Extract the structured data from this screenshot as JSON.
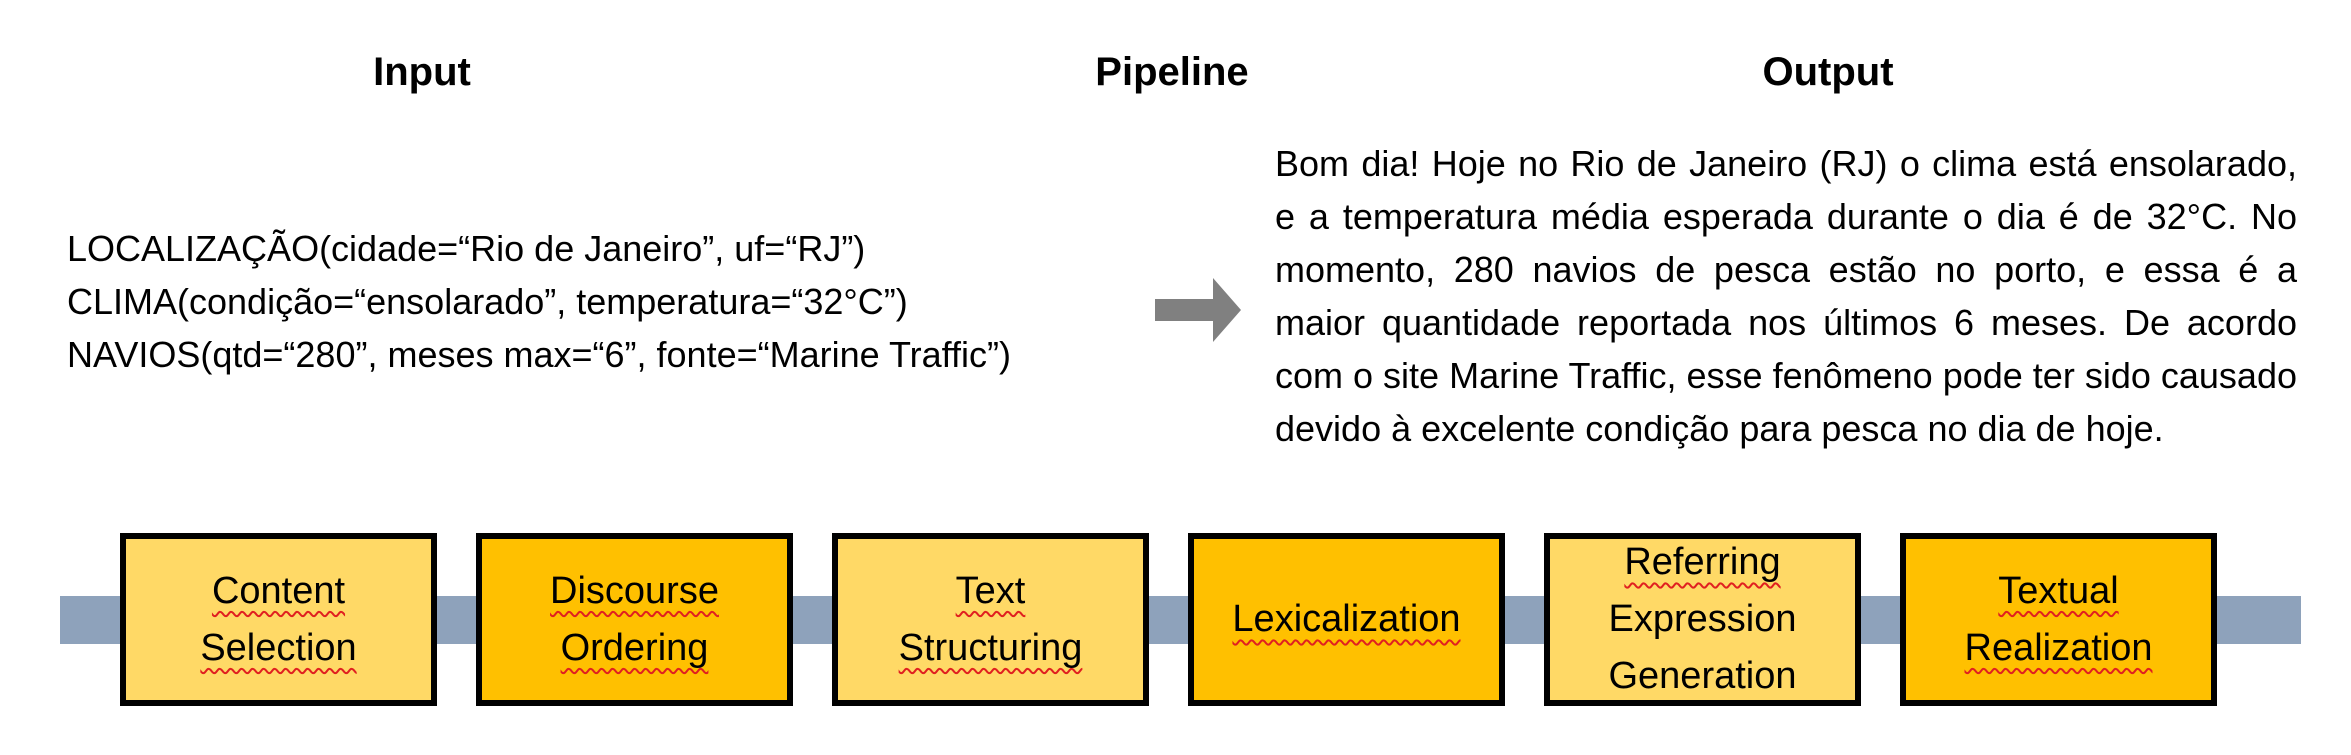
{
  "headings": {
    "input": "Input",
    "pipeline": "Pipeline",
    "output": "Output"
  },
  "input_lines": [
    "LOCALIZAÇÃO(cidade=“Rio de Janeiro”, uf=“RJ”)",
    "CLIMA(condição=“ensolarado”, temperatura=“32°C”)",
    "NAVIOS(qtd=“280”, meses max=“6”, fonte=“Marine Traffic”)"
  ],
  "output_text": "Bom dia! Hoje no Rio de Janeiro (RJ) o clima está ensolarado, e a temperatura média esperada durante o dia é de 32°C. No momento, 280 navios de pesca estão no porto, e essa é a maior quantidade reportada nos últimos 6 meses. De acordo com o site Marine Traffic, esse fenômeno pode ter sido causado devido à excelente condição para pesca no dia de hoje.",
  "stages": [
    {
      "lines": [
        "Content",
        "Selection"
      ],
      "shade": "light"
    },
    {
      "lines": [
        "Discourse",
        "Ordering"
      ],
      "shade": "dark"
    },
    {
      "lines": [
        "Text",
        "Structuring"
      ],
      "shade": "light"
    },
    {
      "lines": [
        "Lexicalization"
      ],
      "shade": "dark"
    },
    {
      "lines": [
        "Referring",
        "Expression",
        "Generation"
      ],
      "shade": "light"
    },
    {
      "lines": [
        "Textual",
        "Realization"
      ],
      "shade": "dark"
    }
  ],
  "colors": {
    "stage_light": "#ffd966",
    "stage_dark": "#ffc000",
    "band": "#8ea2bb",
    "arrow": "#808080"
  }
}
